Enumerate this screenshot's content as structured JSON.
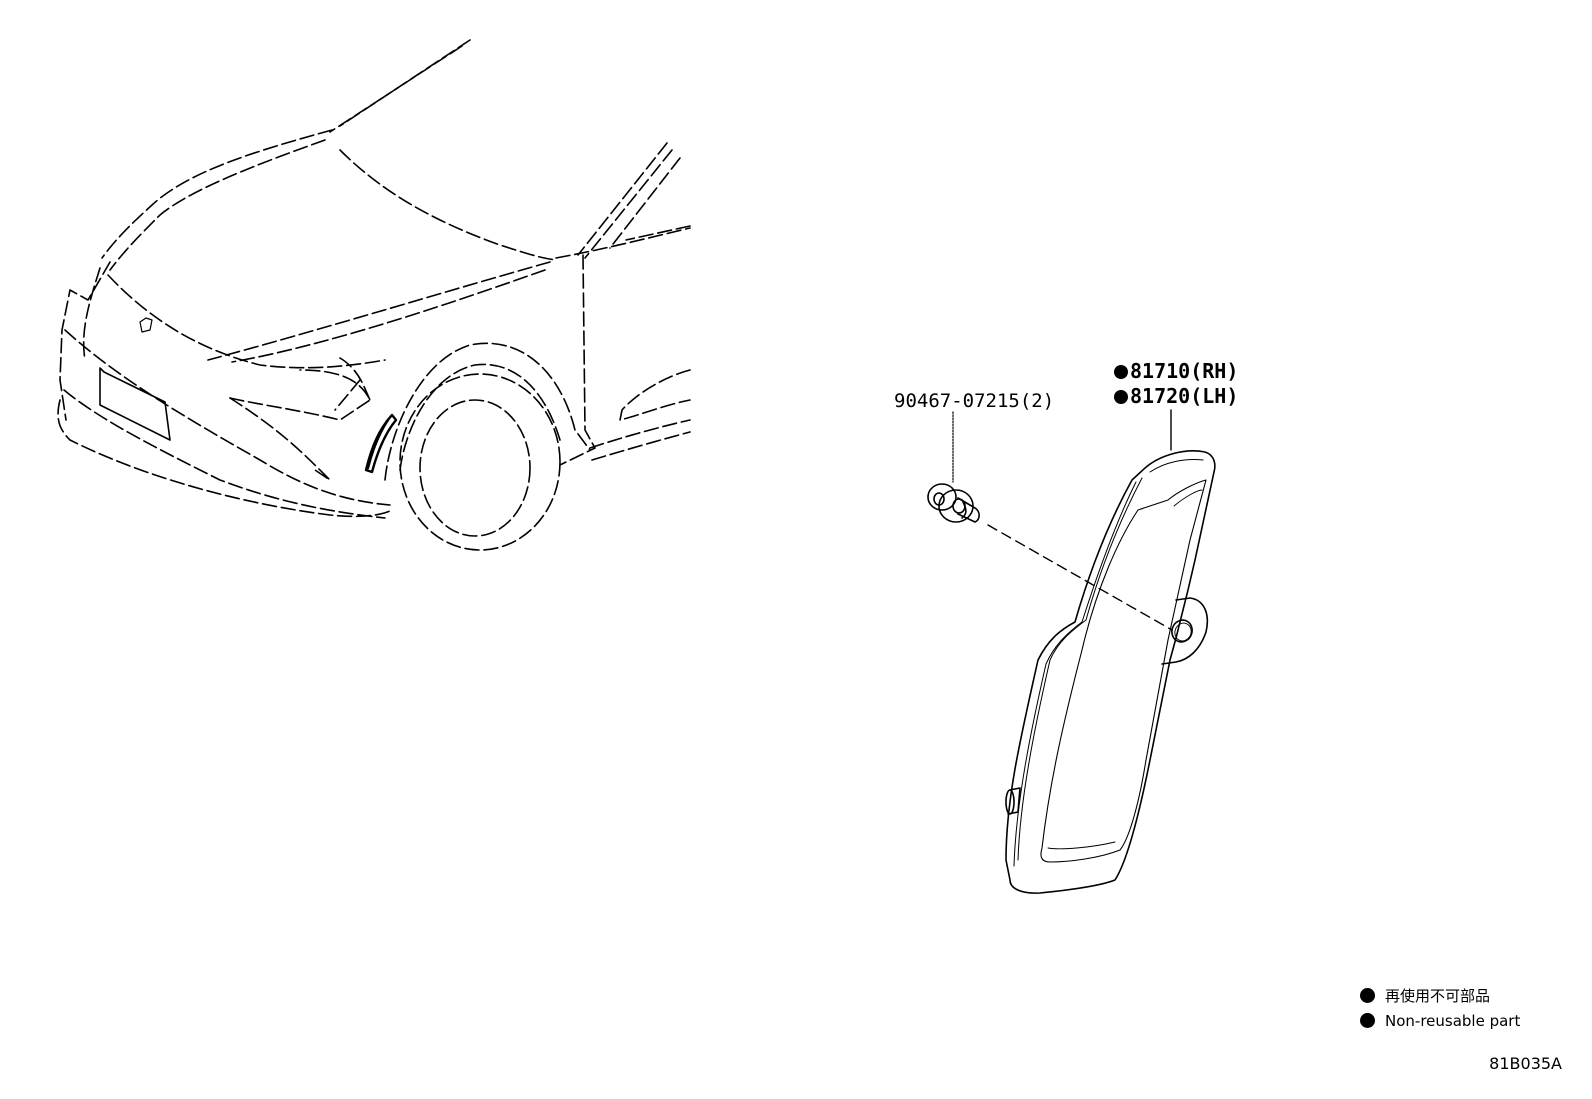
{
  "diagram": {
    "type": "parts-exploded-view",
    "illustration_code": "81B035A",
    "parts": [
      {
        "id": "part-81710",
        "number": "81710",
        "side": "(RH)",
        "non_reusable": true
      },
      {
        "id": "part-81720",
        "number": "81720",
        "side": "(LH)",
        "non_reusable": true
      },
      {
        "id": "part-90467",
        "number": "90467-07215",
        "qty": "(2)",
        "non_reusable": false
      }
    ],
    "labels": {
      "clip_label": "90467-07215(2)",
      "lamp_rh_label": "81710(RH)",
      "lamp_lh_label": "81720(LH)"
    },
    "legend": {
      "items": [
        {
          "symbol": "filled-circle",
          "text": "再使用不可部品"
        },
        {
          "symbol": "filled-circle",
          "text": "Non-reusable part"
        }
      ]
    },
    "colors": {
      "line": "#000000",
      "background": "#ffffff"
    }
  }
}
